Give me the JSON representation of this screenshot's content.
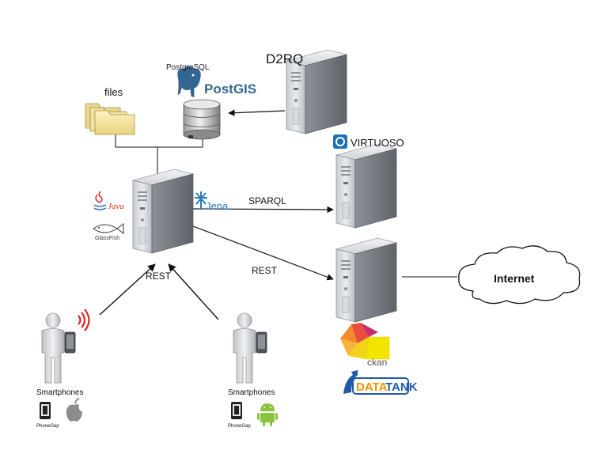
{
  "labels": {
    "d2rq": "D2RQ",
    "files": "files",
    "postgresql": "PostgreSQL",
    "postgis": "PostGIS",
    "virtuoso": "VIRTUOSO",
    "java": "Java",
    "glassfish": "GlassFish",
    "jena": "Jena",
    "sparql": "SPARQL",
    "rest_top": "REST",
    "rest_left": "REST",
    "internet": "Internet",
    "ckan": "ckan",
    "datatank_data": "DATA",
    "datatank_tank": "TANK",
    "smartphones_left": "Smartphones",
    "smartphones_right": "Smartphones",
    "phonegap_left": "PhoneGap",
    "phonegap_right": "PhoneGap"
  },
  "icons": {
    "server": "server-tower-icon",
    "database": "database-icon",
    "folder": "folder-icon",
    "cloud": "cloud-icon",
    "person": "person-icon",
    "wifi": "wifi-signal-icon",
    "apple": "apple-icon",
    "android": "android-icon",
    "phone": "phone-icon"
  },
  "colors": {
    "postgres_blue": "#336791",
    "virtuoso_blue": "#1d6fb3",
    "jena_blue": "#2a7ab8",
    "java_red": "#d9261c",
    "datatank_orange": "#f39200",
    "datatank_blue": "#1f5ba8",
    "wifi_red": "#e3261b",
    "android_green": "#8ac43f",
    "ckan_red": "#e94e3d",
    "ckan_yellow": "#f3e500"
  }
}
